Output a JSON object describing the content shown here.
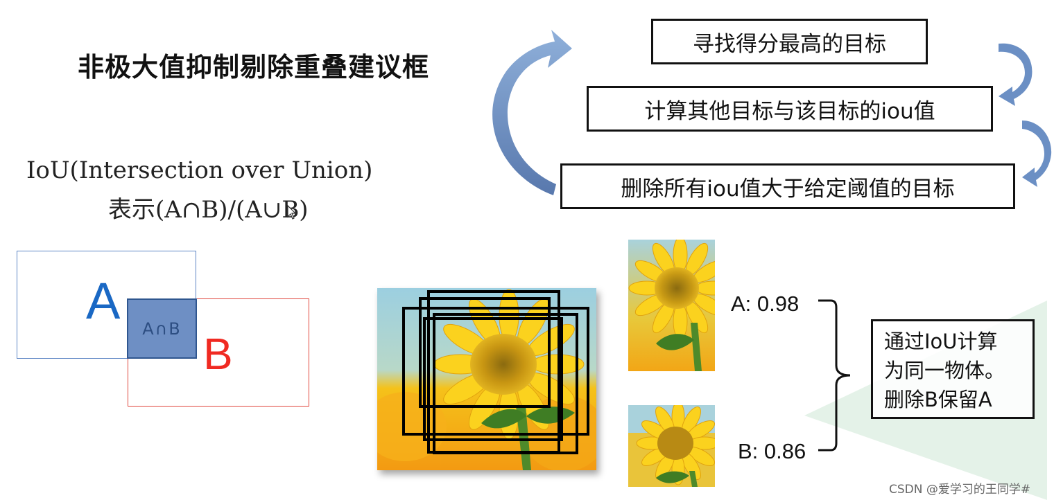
{
  "title": "非极大值抑制剔除重叠建议框",
  "iou": {
    "line1": "IoU(Intersection over Union)",
    "line2": "表示(A∩B)/(A∪B)"
  },
  "steps": [
    "寻找得分最高的目标",
    "计算其他目标与该目标的iou值",
    "删除所有iou值大于给定阈值的目标"
  ],
  "venn": {
    "label_a": "A",
    "label_b": "B",
    "intersection": "A∩B"
  },
  "scores": {
    "a": "A: 0.98",
    "b": "B: 0.86"
  },
  "note": [
    "通过IoU计算",
    "为同一物体。",
    "删除B保留A"
  ],
  "watermark": "CSDN @爱学习的王同学#",
  "colors": {
    "arrow_blue": "#6b8fc4",
    "box_a_border": "#5b84c4",
    "box_b_border": "#e0443b",
    "intersection_fill": "#6e8fc4",
    "label_a_color": "#1a68c4",
    "label_b_color": "#f02a22"
  }
}
